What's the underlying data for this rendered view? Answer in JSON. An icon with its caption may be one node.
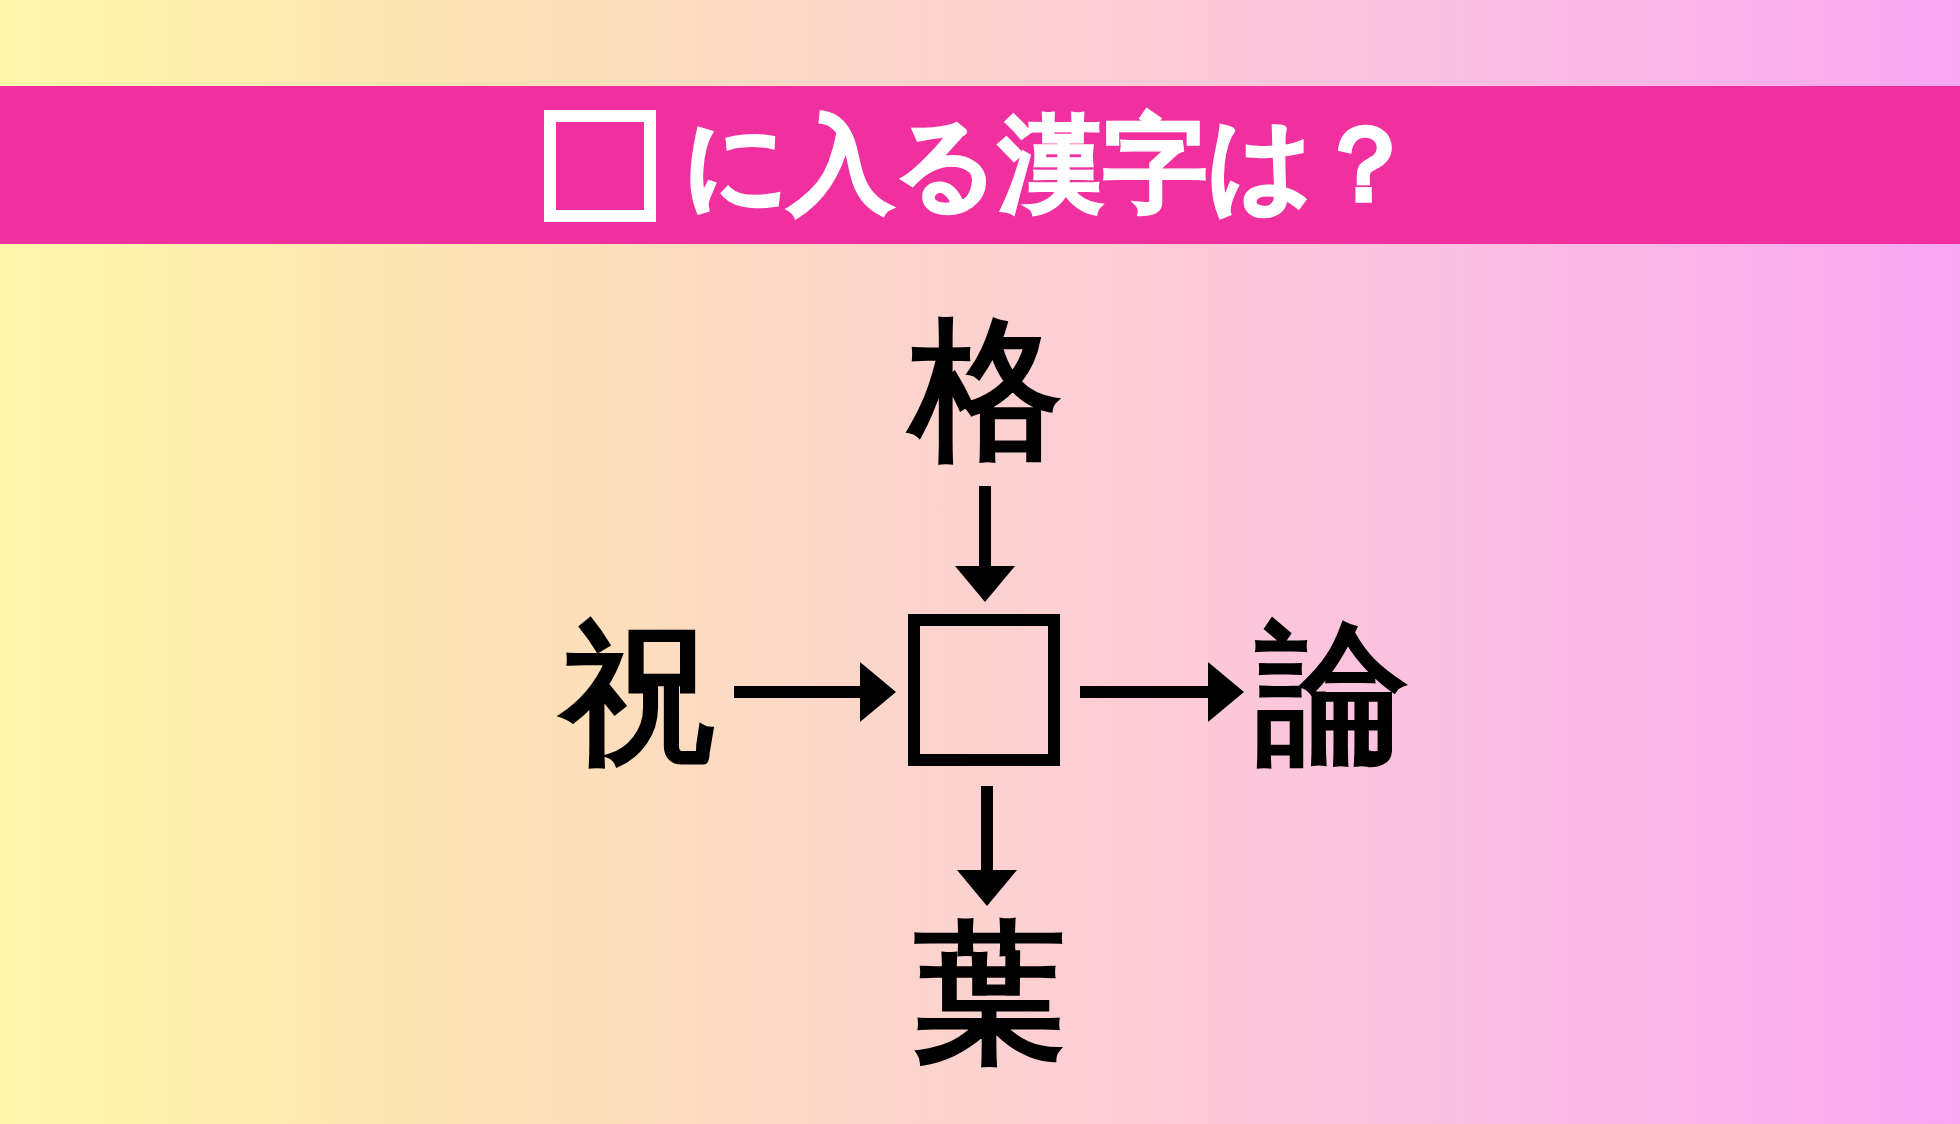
{
  "diagram": {
    "title": "に入る漢字は？",
    "nodes": [
      {
        "text": [
          "格"
        ]
      },
      {
        "text": [
          "祝"
        ]
      },
      {
        "text": [],
        "shape": "box"
      },
      {
        "text": [
          "論"
        ]
      },
      {
        "text": [
          "葉"
        ]
      }
    ],
    "edges": [
      {
        "from": 0,
        "to": 2,
        "arrow": "to"
      },
      {
        "from": 1,
        "to": 2,
        "arrow": "to"
      },
      {
        "from": 2,
        "to": 3,
        "arrow": "to"
      },
      {
        "from": 2,
        "to": 4,
        "arrow": "to"
      }
    ]
  }
}
